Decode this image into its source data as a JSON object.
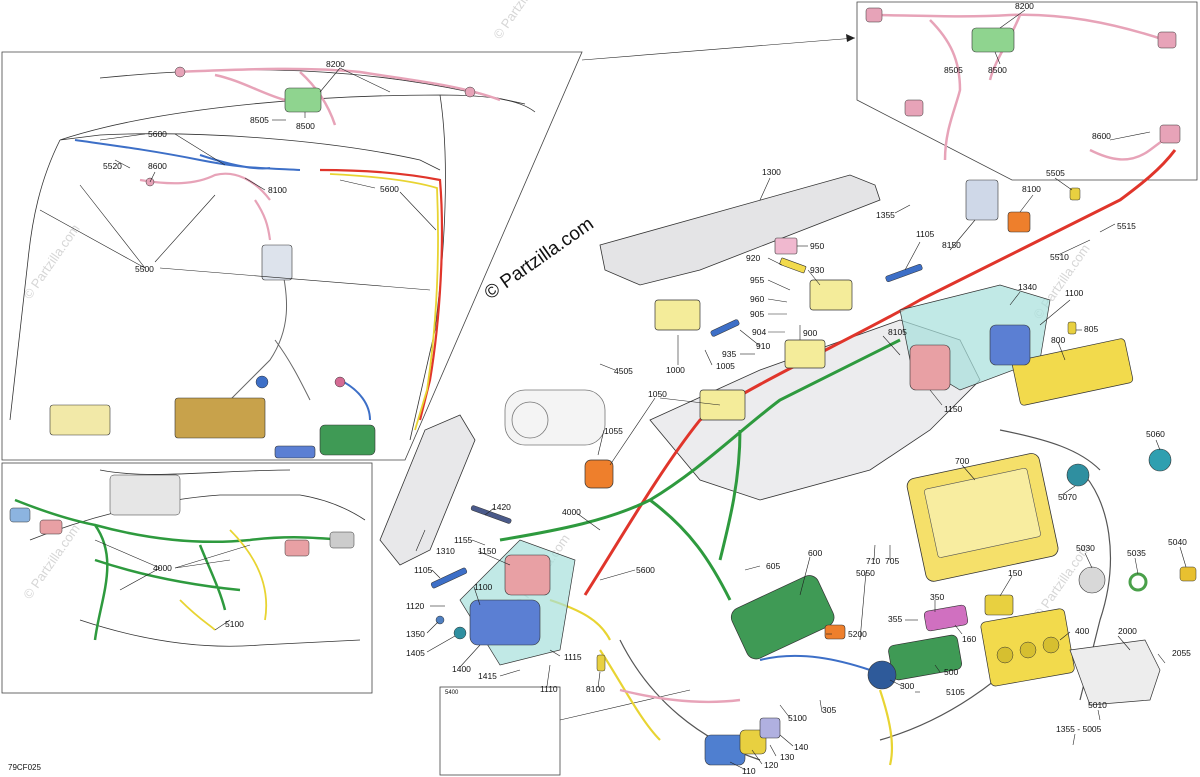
{
  "watermark": "© Partzilla.com",
  "brand": "© Partzilla.com",
  "figure_code": "79CF025",
  "inset_code": "5400",
  "callouts": {
    "c8200a": "8200",
    "c8500a": "8500",
    "c8505a": "8505",
    "c5600a": "5600",
    "c5520": "5520",
    "c8600a": "8600",
    "c8100a": "8100",
    "c5600b": "5600",
    "c5500": "5500",
    "c4000a": "4000",
    "c5100a": "5100",
    "c8200b": "8200",
    "c8505b": "8505",
    "c8500b": "8500",
    "c1300": "1300",
    "c1355": "1355",
    "c950": "950",
    "c920": "920",
    "c930": "930",
    "c955": "955",
    "c960": "960",
    "c905": "905",
    "c904": "904",
    "c900": "900",
    "c935": "935",
    "c910": "910",
    "c1005": "1005",
    "c1000": "1000",
    "c4505": "4505",
    "c1050": "1050",
    "c1055": "1055",
    "c8600b": "8600",
    "c5505": "5505",
    "c8100b": "8100",
    "c1105a": "1105",
    "c8150": "8150",
    "c5510": "5510",
    "c5515": "5515",
    "c1340": "1340",
    "c1100a": "1100",
    "c8105": "8105",
    "c805": "805",
    "c800": "800",
    "c1150a": "1150",
    "c5060": "5060",
    "c700": "700",
    "c5070": "5070",
    "c1420": "1420",
    "c4000b": "4000",
    "c1155": "1155",
    "c1150b": "1150",
    "c1310": "1310",
    "c1105b": "1105",
    "c1100b": "1100",
    "c1120": "1120",
    "c1350": "1350",
    "c1405": "1405",
    "c1400": "1400",
    "c1415": "1415",
    "c1115": "1115",
    "c1110": "1110",
    "c8100c": "8100",
    "c5600c": "5600",
    "c600": "600",
    "c605": "605",
    "c710": "710",
    "c705": "705",
    "c5050": "5050",
    "c5030": "5030",
    "c5035": "5035",
    "c5040": "5040",
    "c150": "150",
    "c350": "350",
    "c355": "355",
    "c160": "160",
    "c400": "400",
    "c2000": "2000",
    "c2055": "2055",
    "c5200": "5200",
    "c500": "500",
    "c300": "300",
    "c5105": "5105",
    "c305": "305",
    "c5100b": "5100",
    "c140": "140",
    "c130": "130",
    "c120": "120",
    "c110": "110",
    "c5010": "5010",
    "c1355_5005": "1355 - 5005"
  },
  "colors": {
    "wire_red": "#e0352b",
    "wire_green": "#2e9a3e",
    "wire_pink": "#e7a3b8",
    "wire_yellow": "#e8d432",
    "wire_blue": "#3d6fc7",
    "module_yellow": "#f2da4c",
    "module_green": "#3f9a55",
    "module_blue": "#5b7fd3",
    "module_teal": "#7fd1d0",
    "module_orange": "#ee7f2c",
    "outline": "#333333"
  }
}
